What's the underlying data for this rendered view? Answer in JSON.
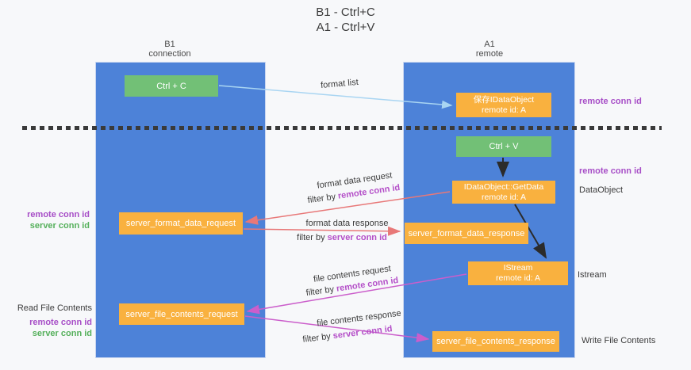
{
  "title": {
    "line1": "B1 - Ctrl+C",
    "line2": "A1 - Ctrl+V"
  },
  "columns": {
    "left": {
      "name": "B1",
      "role": "connection"
    },
    "right": {
      "name": "A1",
      "role": "remote"
    }
  },
  "boxes": {
    "ctrl_c": {
      "label": "Ctrl + C"
    },
    "ctrl_v": {
      "label": "Ctrl + V"
    },
    "save_dataobject": {
      "line1": "保存IDataObject",
      "line2": "remote id: A"
    },
    "getdata": {
      "line1": "IDataObject::GetData",
      "line2": "remote id: A"
    },
    "istream": {
      "line1": "IStream",
      "line2": "remote id: A"
    },
    "format_request": {
      "label": "server_format_data_request"
    },
    "format_response": {
      "label": "server_format_data_response"
    },
    "file_request": {
      "label": "server_file_contents_request"
    },
    "file_response": {
      "label": "server_file_contents_response"
    }
  },
  "side_labels": {
    "right_remote_conn_1": "remote conn id",
    "right_remote_conn_2": "remote conn id",
    "dataobject": "DataObject",
    "istream": "Istream",
    "write_file": "Write File Contents",
    "read_file": "Read File Contents",
    "left_remote_conn_1": "remote conn id",
    "left_server_conn_1": "server conn id",
    "left_remote_conn_2": "remote conn id",
    "left_server_conn_2": "server conn id"
  },
  "arrow_labels": {
    "format_list": "format list",
    "format_request": "format data request",
    "format_request_filter_prefix": "filter by ",
    "format_request_filter_key": "remote conn id",
    "format_response": "format data response",
    "format_response_filter_prefix": "filter by ",
    "format_response_filter_key": "server conn id",
    "file_request": "file contents request",
    "file_request_filter_prefix": "filter by ",
    "file_request_filter_key": "remote conn id",
    "file_response": "file contents response",
    "file_response_filter_prefix": "filter by ",
    "file_response_filter_key": "server conn id"
  },
  "colors": {
    "column_blue": "#4d82d8",
    "box_orange": "#f9b13f",
    "box_green": "#72c076",
    "accent_purple": "#a74ec7",
    "accent_green": "#55b05b",
    "arrow_red": "#e87878",
    "arrow_magenta": "#cb5ecb",
    "arrow_lightblue": "#a9d5f2",
    "arrow_black": "#2b2b2b",
    "background": "#f7f8fa"
  }
}
